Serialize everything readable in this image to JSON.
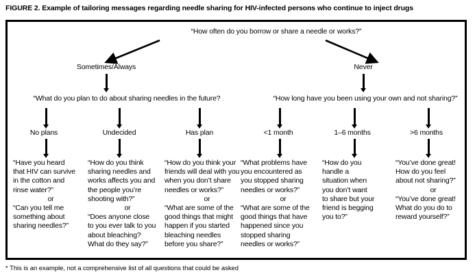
{
  "figure": {
    "caption": "FIGURE 2. Example of tailoring messages regarding needle sharing for HIV-infected persons who continue to inject drugs",
    "footnote": "* This is an example, not a comprehensive list of all questions that could be asked",
    "border_color": "#000000",
    "text_color": "#000000",
    "background": "#ffffff"
  },
  "flowchart": {
    "root": {
      "label": "“How often do you borrow or share a needle or works?”"
    },
    "branches": [
      {
        "answer": "Sometimes/Always",
        "question": "“What do you plan to do about sharing needles in the future?",
        "options": [
          {
            "label": "No plans",
            "message_a": [
              "“Have you heard",
              "that HIV can survive",
              "in the cotton and",
              "rinse water?”"
            ],
            "connector": "or",
            "message_b": [
              "“Can you tell me",
              "something about",
              "sharing needles?”"
            ]
          },
          {
            "label": "Undecided",
            "message_a": [
              "“How do you think",
              "sharing needles and",
              "works affects you and",
              "the people you’re",
              "shooting with?”"
            ],
            "connector": "or",
            "message_b": [
              "“Does anyone close",
              "to you ever talk to you",
              "about bleaching?",
              "What do they say?”"
            ]
          },
          {
            "label": "Has plan",
            "message_a": [
              "“How do you think your",
              "friends will deal with you",
              "when you don’t share",
              "needles or works?”"
            ],
            "connector": "or",
            "message_b": [
              "“What are some of the",
              "good things that might",
              "happen if you started",
              "bleaching needles",
              "before you share?”"
            ]
          }
        ]
      },
      {
        "answer": "Never",
        "question": "“How long have you been using your own and not sharing?”",
        "options": [
          {
            "label": "<1 month",
            "message_a": [
              "“What problems have",
              "you encountered as",
              "you stopped sharing",
              "needles or works?”"
            ],
            "connector": "or",
            "message_b": [
              "“What are some of the",
              "good things that have",
              "happened since you",
              "stopped sharing",
              "needles or works?”"
            ]
          },
          {
            "label": "1–6 months",
            "message_a": [
              "“How do you",
              "handle a",
              "situation when",
              "you don’t want",
              "to share but your",
              "friend is begging",
              "you to?”"
            ],
            "connector": "",
            "message_b": []
          },
          {
            "label": ">6 months",
            "message_a": [
              "“You’ve done great!",
              "How do you feel",
              "about not sharing?”"
            ],
            "connector": "or",
            "message_b": [
              "“You’ve done great!",
              "What do you do to",
              "reward yourself?”"
            ]
          }
        ]
      }
    ]
  }
}
